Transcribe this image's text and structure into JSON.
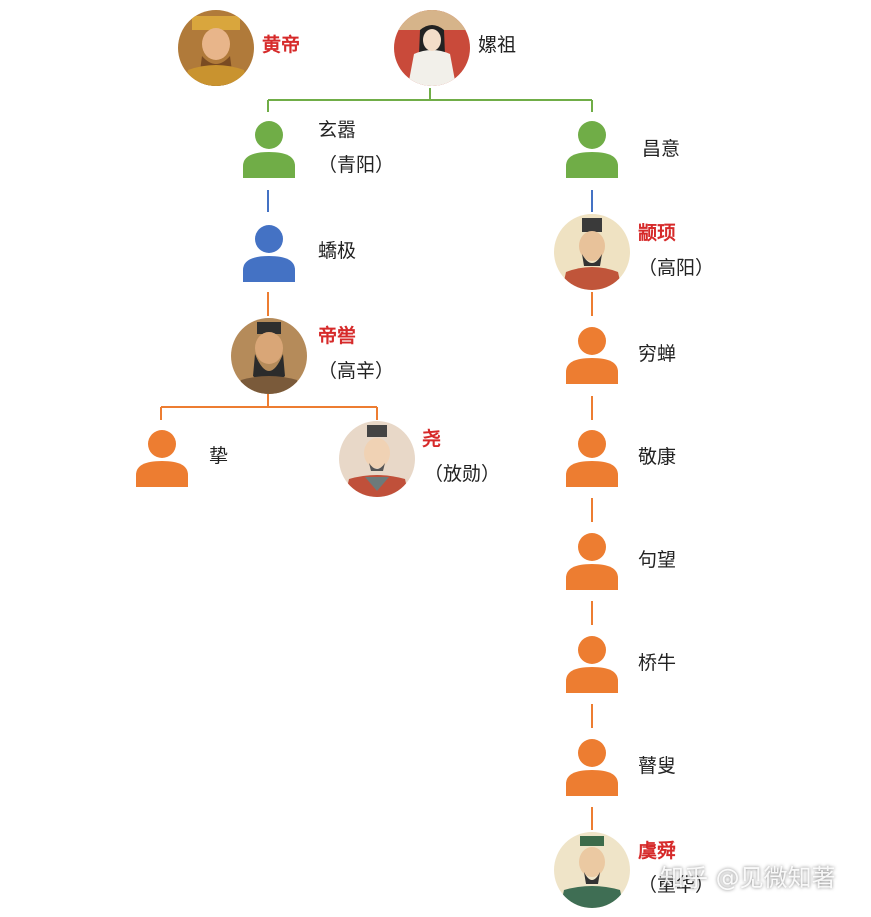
{
  "colors": {
    "green": "#70ad47",
    "blue": "#4472c4",
    "orange": "#ed7d31",
    "red": "#d62a2a",
    "connector_blue": "#4472c4"
  },
  "nodes": {
    "huangdi": {
      "name": "黄帝",
      "highlight": true
    },
    "leizu": {
      "name": "嫘祖"
    },
    "xuanxiao": {
      "name": "玄嚣",
      "alias": "（青阳）"
    },
    "changyi": {
      "name": "昌意"
    },
    "jiaoji": {
      "name": "蟜极"
    },
    "zhuanxu": {
      "name": "颛顼",
      "alias": "（高阳）",
      "highlight": true
    },
    "diku": {
      "name": "帝喾",
      "alias": "（高辛）",
      "highlight": true
    },
    "zhi": {
      "name": "挚"
    },
    "yao": {
      "name": "尧",
      "alias": "（放勋）",
      "highlight": true
    },
    "qiongchan": {
      "name": "穷蝉"
    },
    "jingkang": {
      "name": "敬康"
    },
    "jumang": {
      "name": "句望"
    },
    "qiaoniu": {
      "name": "桥牛"
    },
    "gusou": {
      "name": "瞽叟"
    },
    "shun": {
      "name": "虞舜",
      "alias": "（重华）",
      "highlight": true
    }
  },
  "watermark": "知乎 @见微知著"
}
